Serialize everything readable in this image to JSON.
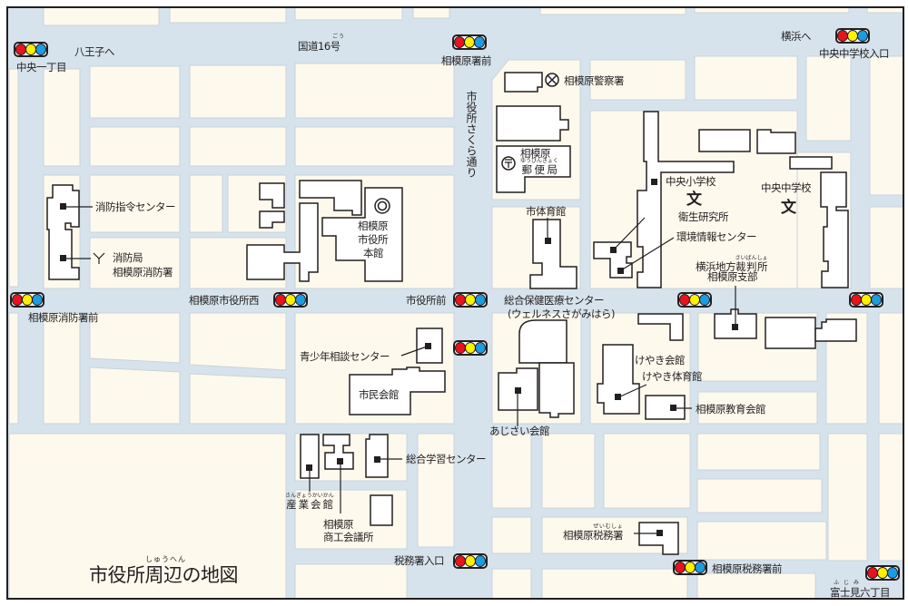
{
  "colors": {
    "road": "#d6e3ec",
    "block": "#fef9ed",
    "building": "#ffffff",
    "red": "#e8131d",
    "yellow": "#fff100",
    "blue": "#1a9de2"
  },
  "title": {
    "text": "市役所周辺の地図",
    "ruby_base": "周辺",
    "ruby": "しゅうへん",
    "prefix": "市役所",
    "suffix": "の地図"
  },
  "directions": {
    "hachioji": "八王子へ",
    "yokohama": "横浜へ"
  },
  "roads": {
    "route16": "国道16号",
    "route16_base": "国道16",
    "route16_go": "号",
    "route16_ruby": "ごう",
    "sakura": "市役所さくら通り"
  },
  "intersections": [
    {
      "name": "中央一丁目"
    },
    {
      "name": "相模原署前"
    },
    {
      "name": "中央中学校入口"
    },
    {
      "name": "相模原消防署前"
    },
    {
      "name": "相模原市役所西"
    },
    {
      "name": "市役所前"
    },
    {
      "name": "税務署入口"
    },
    {
      "name": "相模原税務署前"
    },
    {
      "name": "富士見六丁目",
      "base": "富士見",
      "rest": "六丁目",
      "ruby": "ふじみ"
    }
  ],
  "facilities": {
    "police": "相模原警察署",
    "post_line1": "相模原",
    "post_base": "郵便局",
    "post_ruby": "ゆうびんきょく",
    "fire_command": "消防指令センター",
    "fire_hq_line1": "消防局",
    "fire_hq_line2": "相模原消防署",
    "city_hall_1": "相模原",
    "city_hall_2": "市役所",
    "city_hall_3": "本館",
    "gym": "市体育館",
    "elem_school": "中央小学校",
    "junior_school": "中央中学校",
    "school_symbol": "文",
    "health_lab": "衛生研究所",
    "env_center": "環境情報センター",
    "court_base": "横浜地方",
    "court_ruby_base": "裁判所",
    "court_ruby": "さいばんしょ",
    "court_line2": "相模原支部",
    "health_center": "総合保健医療センター",
    "wellness": "(ウェルネスさがみはら)",
    "youth": "青少年相談センター",
    "civic_hall": "市民会館",
    "keyaki_hall": "けやき会館",
    "keyaki_gym": "けやき体育館",
    "edu_hall": "相模原教育会館",
    "ajisai": "あじさい会館",
    "learning": "総合学習センター",
    "industry_base": "産業会館",
    "industry_ruby": "さんぎょうかいかん",
    "chamber_1": "相模原",
    "chamber_2": "商工会議所",
    "tax_prefix": "相模原",
    "tax_base": "税務署",
    "tax_ruby": "ぜいむしょ"
  }
}
